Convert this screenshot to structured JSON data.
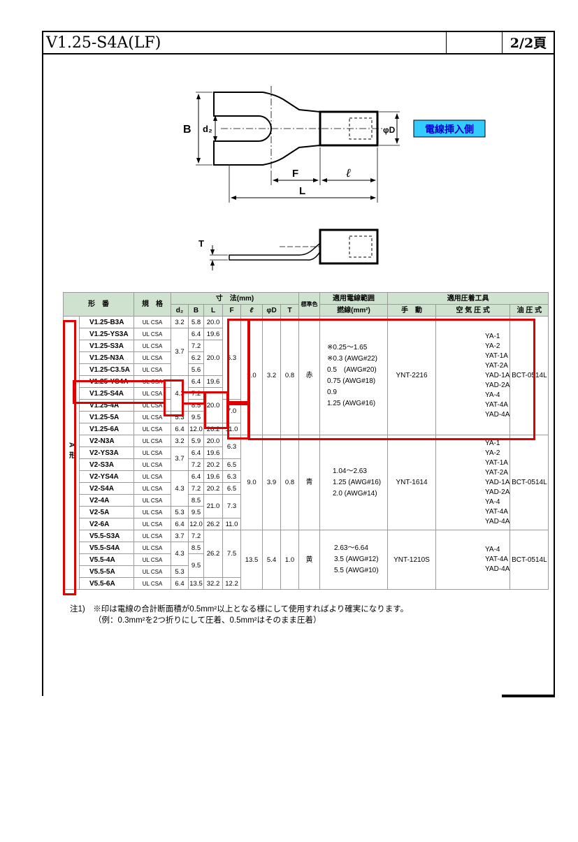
{
  "header": {
    "title": "V1.25-S4A(LF)",
    "page": "2/2頁"
  },
  "drawing": {
    "label_B": "B",
    "label_d2": "d₂",
    "label_phiD": "φD",
    "label_F": "F",
    "label_l": "ℓ",
    "label_L": "L",
    "label_T": "T",
    "insert_side": "電線挿入側"
  },
  "table": {
    "headers": {
      "model": "形　番",
      "standard": "規　格",
      "dimensions": "寸　法(mm)",
      "d2": "d₂",
      "B": "B",
      "L": "L",
      "F": "F",
      "l": "ℓ",
      "phiD": "φD",
      "T": "T",
      "color": "標準色",
      "wire_range": "適用電線範囲",
      "strand": "撚線(mm²)",
      "tools": "適用圧着工具",
      "manual": "手　動",
      "pneumatic": "空 気 圧 式",
      "hydraulic": "油 圧 式"
    },
    "group_label": "A形",
    "cert": "UL CSA",
    "rows": [
      {
        "model": "V1.25-B3A",
        "d2": "3.2",
        "B": "5.8",
        "L": "20.0"
      },
      {
        "model": "V1.25-YS3A",
        "d2": "",
        "B": "6.4",
        "L": "19.6"
      },
      {
        "model": "V1.25-S3A",
        "d2": "",
        "B": "7.2",
        "L": ""
      },
      {
        "model": "V1.25-N3A",
        "d2": "",
        "B": "6.2",
        "L": ""
      },
      {
        "model": "V1.25-C3.5A",
        "d2": "",
        "B": "5.6",
        "L": ""
      },
      {
        "model": "V1.25-YS4A",
        "d2": "",
        "B": "6.4",
        "L": "19.6"
      },
      {
        "model": "V1.25-S4A",
        "d2": "",
        "B": "7.2",
        "L": ""
      },
      {
        "model": "V1.25-4A",
        "d2": "",
        "B": "8.5",
        "L": ""
      },
      {
        "model": "V1.25-5A",
        "d2": "5.3",
        "B": "9.5",
        "L": ""
      },
      {
        "model": "V1.25-6A",
        "d2": "6.4",
        "B": "12.0",
        "L": "26.2",
        "F": "11.0"
      },
      {
        "model": "V2-N3A",
        "d2": "3.2",
        "B": "5.9",
        "L": "20.0"
      },
      {
        "model": "V2-YS3A",
        "d2": "",
        "B": "6.4",
        "L": "19.6"
      },
      {
        "model": "V2-S3A",
        "d2": "",
        "B": "7.2",
        "L": "20.2",
        "F": "6.5"
      },
      {
        "model": "V2-YS4A",
        "d2": "",
        "B": "6.4",
        "L": "19.6",
        "F": "6.3"
      },
      {
        "model": "V2-S4A",
        "d2": "",
        "B": "7.2",
        "L": "20.2",
        "F": "6.5"
      },
      {
        "model": "V2-4A",
        "d2": "",
        "B": "8.5",
        "L": ""
      },
      {
        "model": "V2-5A",
        "d2": "5.3",
        "B": "9.5",
        "L": ""
      },
      {
        "model": "V2-6A",
        "d2": "6.4",
        "B": "12.0",
        "L": "26.2",
        "F": "11.0"
      },
      {
        "model": "V5.5-S3A",
        "d2": "3.7",
        "B": "7.2",
        "L": ""
      },
      {
        "model": "V5.5-S4A",
        "d2": "",
        "B": "8.5",
        "L": ""
      },
      {
        "model": "V5.5-4A",
        "d2": "",
        "B": "",
        "L": ""
      },
      {
        "model": "V5.5-5A",
        "d2": "5.3",
        "B": "",
        "L": ""
      },
      {
        "model": "V5.5-6A",
        "d2": "6.4",
        "B": "13.5",
        "L": "32.2",
        "F": "12.2"
      }
    ],
    "merged": {
      "v125_d2_37": "3.7",
      "v125_d2_43": "4.3",
      "v125_L_200": "20.0",
      "v125_L_200b": "20.0",
      "v125_F_63": "6.3",
      "v125_F_70": "7.0",
      "v2_F_63": "6.3",
      "v2_d2_37": "3.7",
      "v2_d2_43": "4.3",
      "v2_L_210": "21.0",
      "v2_F_73": "7.3",
      "v55_d2_43": "4.3",
      "v55_B_95": "9.5",
      "v55_L_262": "26.2",
      "v55_F_75": "7.5"
    },
    "groups": [
      {
        "l": "9.0",
        "phiD": "3.2",
        "T": "0.8",
        "color": "赤",
        "wire": "※0.25〜1.65\n※0.3 (AWG#22)\n0.5　(AWG#20)\n0.75 (AWG#18)\n0.9\n1.25 (AWG#16)",
        "manual": "YNT-2216",
        "pneumatic": "YA-1\nYA-2\nYAT-1A\nYAT-2A\nYAD-1A\nYAD-2A\nYA-4\nYAT-4A\nYAD-4A",
        "hydraulic": "BCT-0514L"
      },
      {
        "l": "9.0",
        "phiD": "3.9",
        "T": "0.8",
        "color": "青",
        "wire": "1.04〜2.63\n1.25 (AWG#16)\n2.0 (AWG#14)",
        "manual": "YNT-1614",
        "pneumatic": "YA-1\nYA-2\nYAT-1A\nYAT-2A\nYAD-1A\nYAD-2A\nYA-4\nYAT-4A\nYAD-4A",
        "hydraulic": "BCT-0514L"
      },
      {
        "l": "13.5",
        "phiD": "5.4",
        "T": "1.0",
        "color": "黄",
        "wire": "2.63〜6.64\n3.5 (AWG#12)\n5.5 (AWG#10)",
        "manual": "YNT-1210S",
        "pneumatic": "YA-4\nYAT-4A\nYAD-4A",
        "hydraulic": "BCT-0514L"
      }
    ]
  },
  "notes": {
    "note1": "注1)　※印は電線の合計断面積が0.5mm²以上となる様にして使用すればより確実になります。",
    "note2": "（例：0.3mm²を2つ折りにして圧着、0.5mm²はそのまま圧着）"
  },
  "colors": {
    "highlight": "#e00000",
    "header_bg": "#cfe2cf",
    "insert_label_bg": "#33ccff",
    "insert_label_fg": "#0000cc"
  }
}
